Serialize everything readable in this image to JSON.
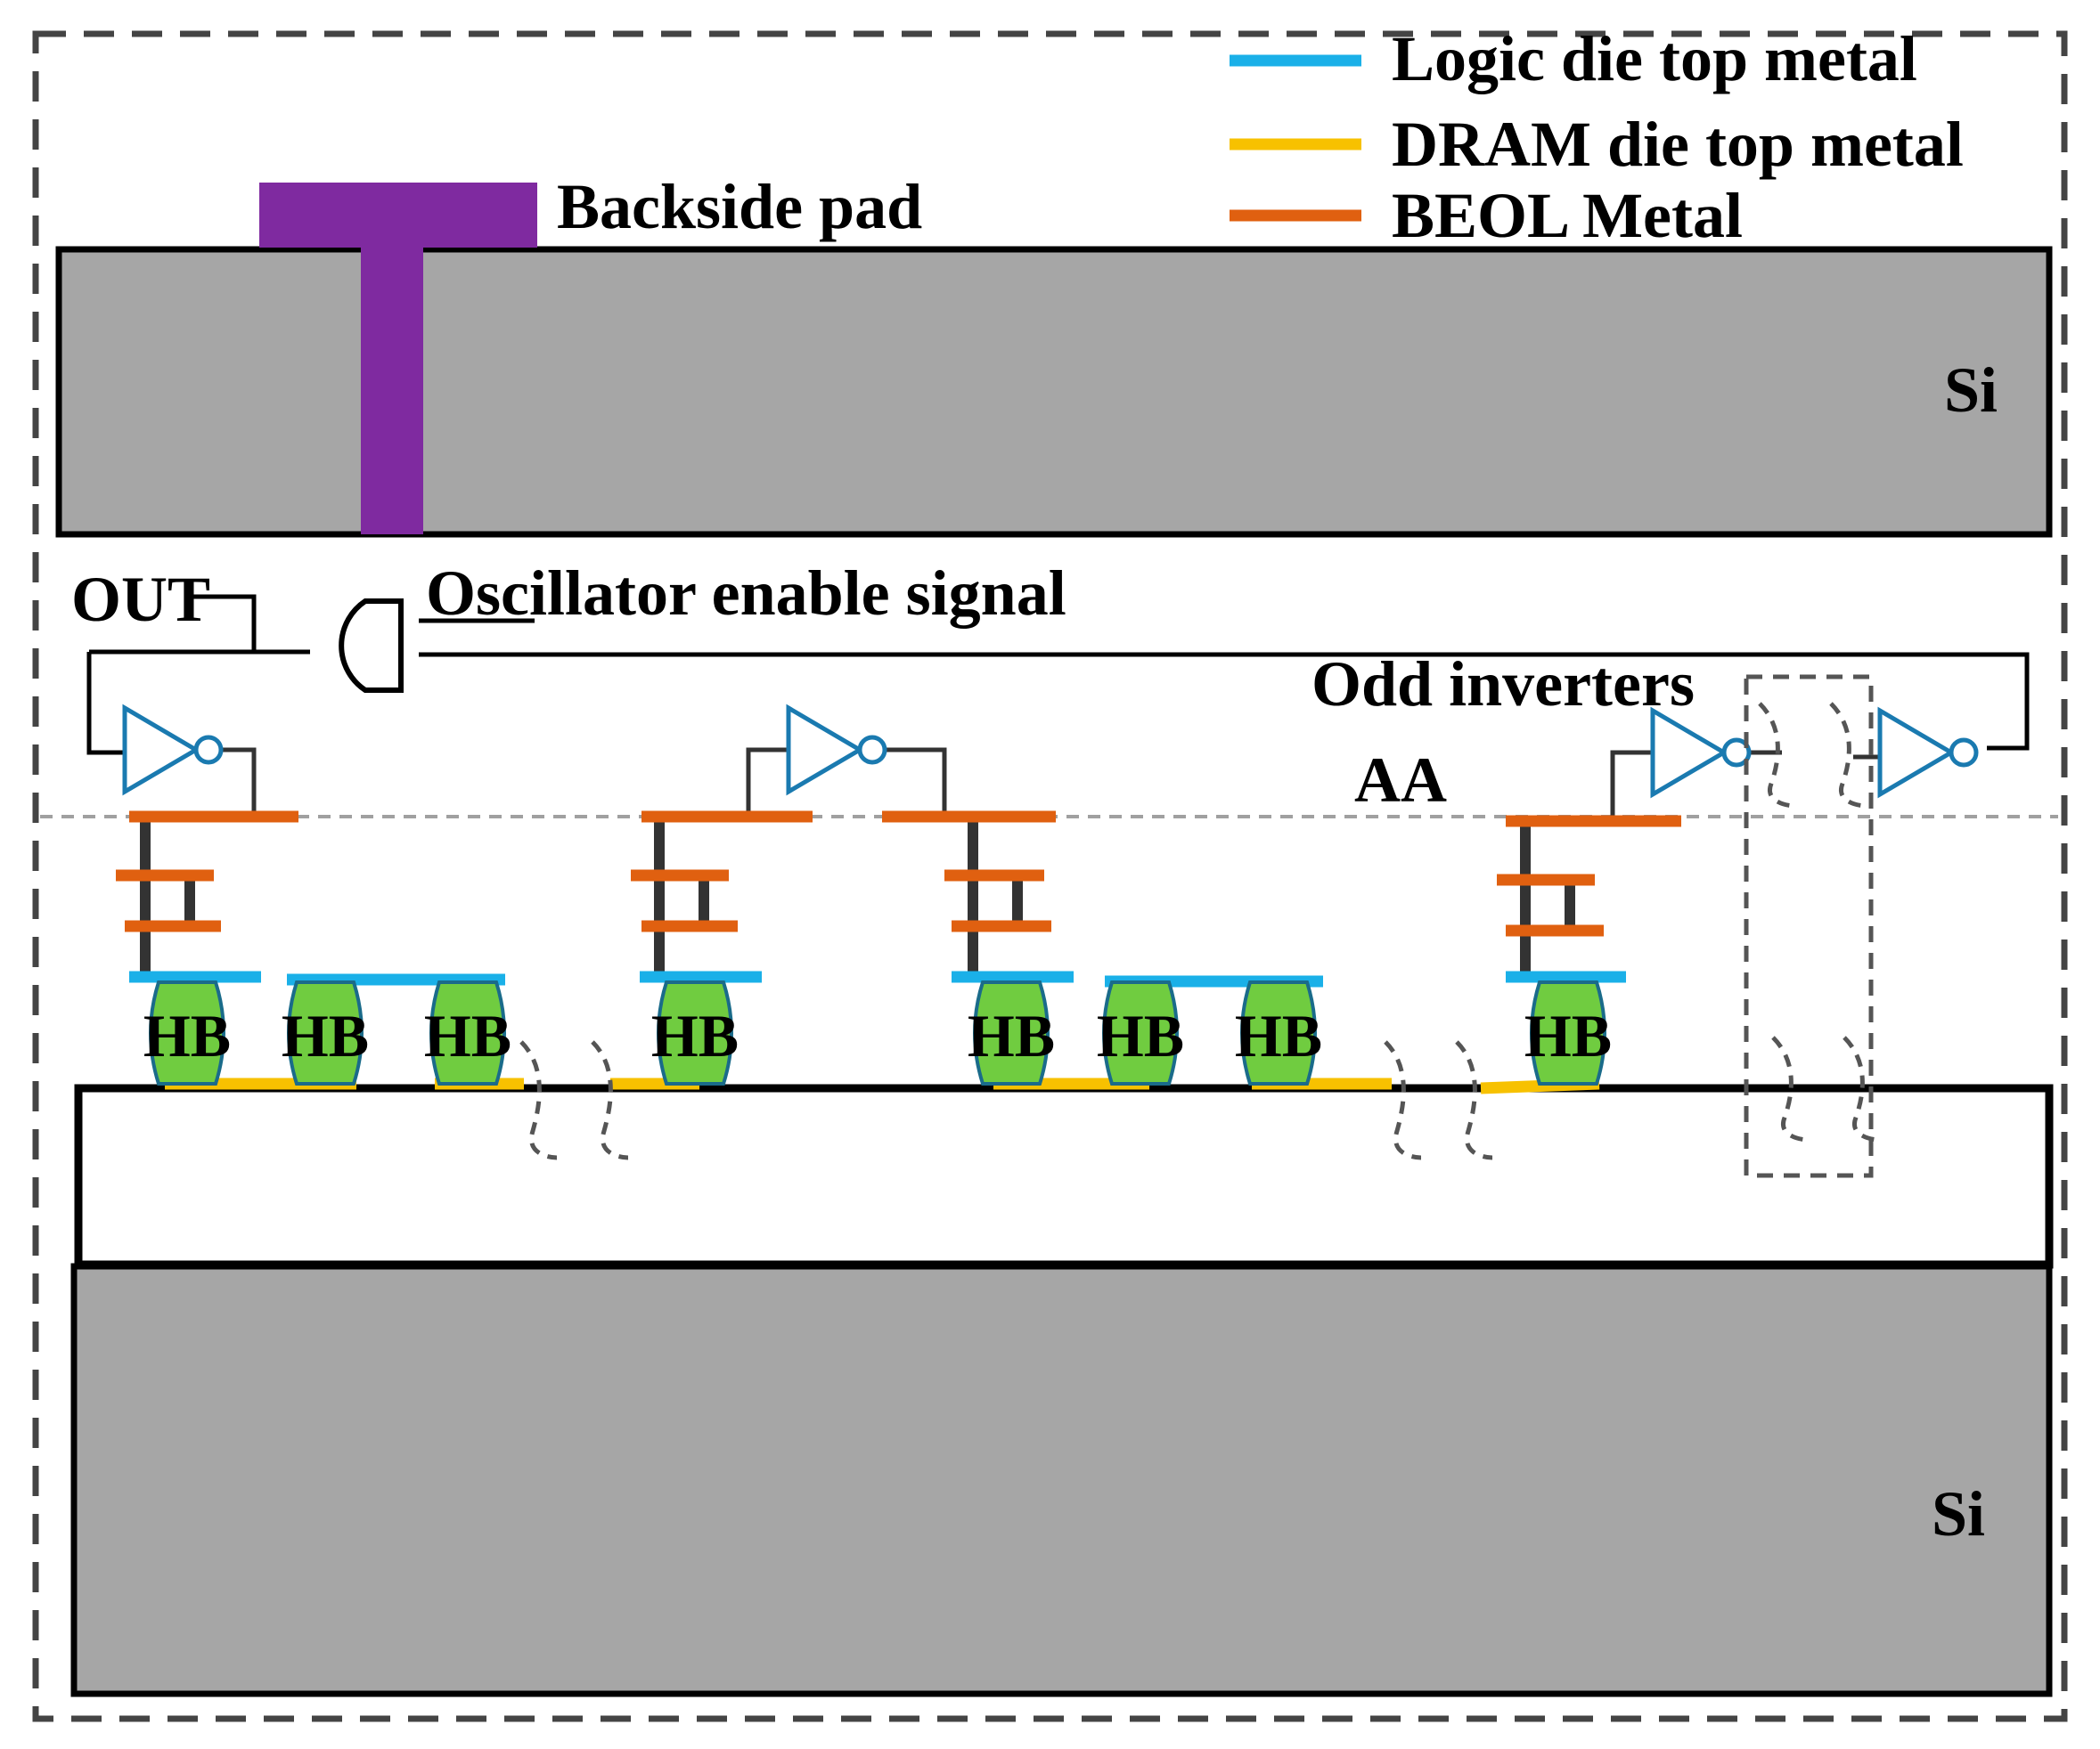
{
  "legend": {
    "items": [
      {
        "label": "Logic die top metal",
        "color": "#1ab0e8"
      },
      {
        "label": "DRAM die top metal",
        "color": "#f7c100"
      },
      {
        "label": "BEOL Metal",
        "color": "#e06010"
      }
    ]
  },
  "labels": {
    "backside_pad": "Backside pad",
    "si_top": "Si",
    "si_bottom": "Si",
    "out": "OUT",
    "enable": "Oscillator enable signal",
    "odd_inverters": "Odd inverters",
    "aa": "AA",
    "hb": "HB"
  },
  "colors": {
    "silicon": "#a6a6a6",
    "pad": "#7f2aa0",
    "bond": "#70cc40",
    "bond_edge": "#1a6b8a",
    "inverter": "#1a7ab0",
    "via": "#333333",
    "dash": "#555555",
    "aa_line": "#a0a0a0"
  }
}
